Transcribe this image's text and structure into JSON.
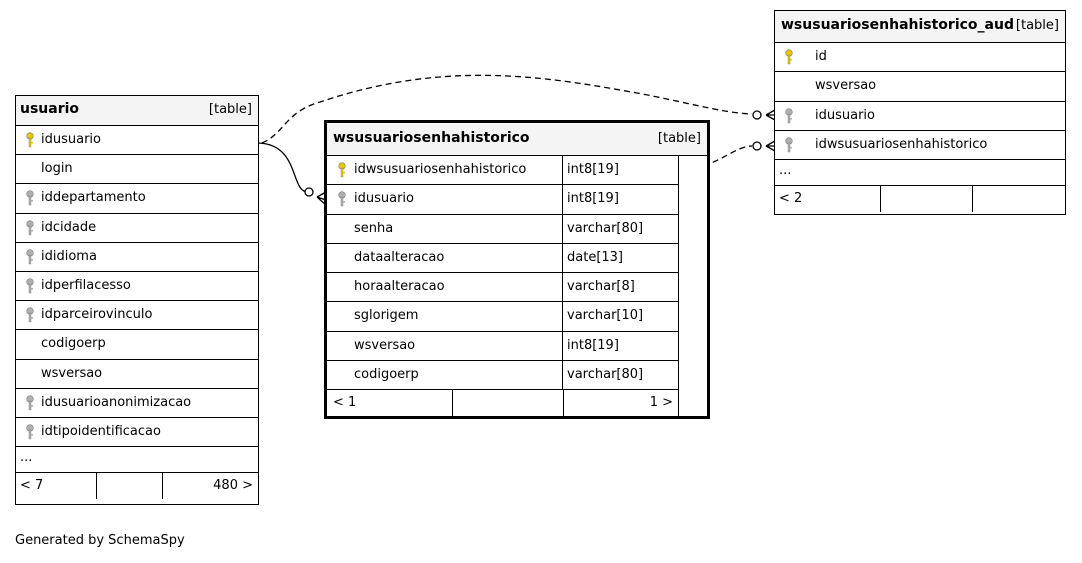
{
  "tables": {
    "usuario": {
      "name": "usuario",
      "tag": "[table]",
      "columns": [
        {
          "name": "idusuario",
          "key": "pk"
        },
        {
          "name": "login",
          "key": "none"
        },
        {
          "name": "iddepartamento",
          "key": "fk"
        },
        {
          "name": "idcidade",
          "key": "fk"
        },
        {
          "name": "ididioma",
          "key": "fk"
        },
        {
          "name": "idperfilacesso",
          "key": "fk"
        },
        {
          "name": "idparceirovinculo",
          "key": "fk"
        },
        {
          "name": "codigoerp",
          "key": "none"
        },
        {
          "name": "wsversao",
          "key": "none"
        },
        {
          "name": "idusuarioanonimizacao",
          "key": "fk"
        },
        {
          "name": "idtipoidentificacao",
          "key": "fk"
        }
      ],
      "ellipsis": "...",
      "footer": {
        "left": "< 7",
        "mid": "",
        "right": "480 >"
      }
    },
    "hist": {
      "name": "wsusuariosenhahistorico",
      "tag": "[table]",
      "columns": [
        {
          "name": "idwsusuariosenhahistorico",
          "type": "int8[19]",
          "key": "pk"
        },
        {
          "name": "idusuario",
          "type": "int8[19]",
          "key": "fk"
        },
        {
          "name": "senha",
          "type": "varchar[80]",
          "key": "none"
        },
        {
          "name": "dataalteracao",
          "type": "date[13]",
          "key": "none"
        },
        {
          "name": "horaalteracao",
          "type": "varchar[8]",
          "key": "none"
        },
        {
          "name": "sglorigem",
          "type": "varchar[10]",
          "key": "none"
        },
        {
          "name": "wsversao",
          "type": "int8[19]",
          "key": "none"
        },
        {
          "name": "codigoerp",
          "type": "varchar[80]",
          "key": "none"
        }
      ],
      "footer": {
        "left": "< 1",
        "mid": "",
        "right": "1 >"
      }
    },
    "aud": {
      "name": "wsusuariosenhahistorico_aud",
      "tag": "[table]",
      "columns": [
        {
          "name": "id",
          "key": "pk"
        },
        {
          "name": "wsversao",
          "key": "none"
        },
        {
          "name": "idusuario",
          "key": "fk"
        },
        {
          "name": "idwsusuariosenhahistorico",
          "key": "fk"
        }
      ],
      "ellipsis": "...",
      "footer": {
        "left": "< 2",
        "mid": "",
        "right": ""
      }
    }
  },
  "colors": {
    "pk_key": "#e8c800",
    "fk_key": "#b0b0b0",
    "header_bg": "#f4f4f4"
  },
  "footer_note": "Generated by SchemaSpy"
}
